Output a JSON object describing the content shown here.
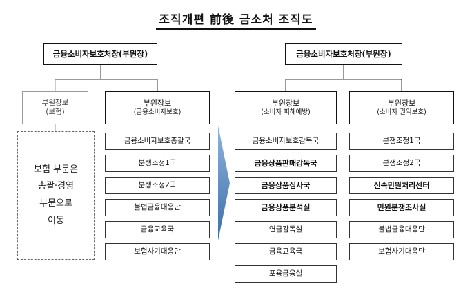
{
  "title": "조직개편 前後 금소처 조직도",
  "before": {
    "top": "금융소비자보호처장(부원장)",
    "left_header": {
      "name": "부원장보",
      "area": "(보험)"
    },
    "left_note": [
      "보험 부문은",
      "총괄·경영",
      "부문으로",
      "이동"
    ],
    "right_header": {
      "name": "부원장보",
      "area": "(금융소비자보호)"
    },
    "right_depts": [
      "금융소비자보호총괄국",
      "분쟁조정1국",
      "분쟁조정2국",
      "불법금융대응단",
      "금융교육국",
      "보험사기대응단"
    ]
  },
  "after": {
    "top": "금융소비자보호처장(부원장)",
    "left_header": {
      "name": "부원장보",
      "area": "(소비자 피해예방)"
    },
    "left_depts": [
      "금융소비자보호감독국",
      "금융상품판매감독국",
      "금융상품심사국",
      "금융상품분석실",
      "연금감독실",
      "금융교육국",
      "포용금융실"
    ],
    "right_header": {
      "name": "부원장보",
      "area": "(소비자 권익보호)"
    },
    "right_depts": [
      "분쟁조정1국",
      "분쟁조정2국",
      "신속민원처리센터",
      "민원분쟁조사실",
      "불법금융대응단",
      "보험사기대응단"
    ]
  },
  "colors": {
    "arrow_top": "#8fb3dd",
    "arrow_bottom": "#3d6ea8",
    "line": "#333333",
    "gray": "#9a9a9a"
  }
}
